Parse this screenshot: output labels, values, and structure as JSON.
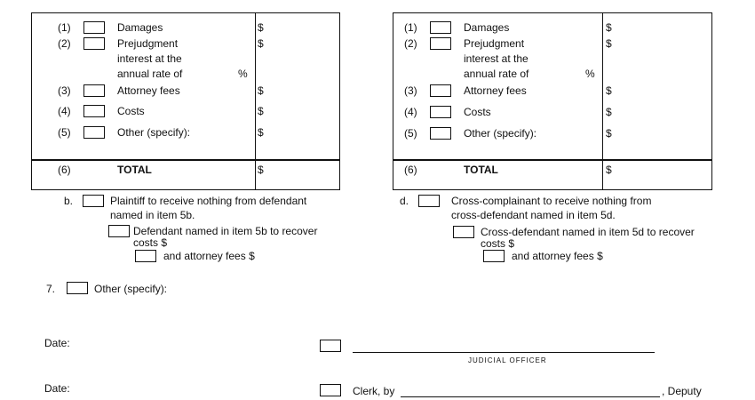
{
  "left_table": {
    "rows": [
      {
        "num": "(1)",
        "label": "Damages",
        "amount": "$"
      },
      {
        "num": "(2)",
        "label": "Prejudgment",
        "amount": "$"
      },
      {
        "num": "(3)",
        "label": "Attorney fees",
        "amount": "$"
      },
      {
        "num": "(4)",
        "label": "Costs",
        "amount": "$"
      },
      {
        "num": "(5)",
        "label": "Other (specify):",
        "amount": "$"
      }
    ],
    "interest_line1": "interest at the",
    "interest_line2": "annual rate of",
    "percent": "%",
    "total_num": "(6)",
    "total_label": "TOTAL",
    "total_amount": "$"
  },
  "right_table": {
    "rows": [
      {
        "num": "(1)",
        "label": "Damages",
        "amount": "$"
      },
      {
        "num": "(2)",
        "label": "Prejudgment",
        "amount": "$"
      },
      {
        "num": "(3)",
        "label": "Attorney fees",
        "amount": "$"
      },
      {
        "num": "(4)",
        "label": "Costs",
        "amount": "$"
      },
      {
        "num": "(5)",
        "label": "Other (specify):",
        "amount": "$"
      }
    ],
    "interest_line1": "interest at the",
    "interest_line2": "annual rate of",
    "percent": "%",
    "total_num": "(6)",
    "total_label": "TOTAL",
    "total_amount": "$"
  },
  "section_b": {
    "letter": "b.",
    "line1": "Plaintiff to receive nothing from defendant",
    "line2": "named in item 5b.",
    "sub1": "Defendant named in item 5b to recover",
    "sub2": "costs  $",
    "sub3": "and attorney fees  $"
  },
  "section_d": {
    "letter": "d.",
    "line1": "Cross-complainant to receive nothing from",
    "line2": "cross-defendant named in item 5d.",
    "sub1": "Cross-defendant named in item 5d to recover",
    "sub2": "costs  $",
    "sub3": "and attorney fees  $"
  },
  "item7": {
    "num": "7.",
    "label": "Other (specify):"
  },
  "date1": "Date:",
  "date2": "Date:",
  "judicial_officer": "JUDICIAL OFFICER",
  "clerk_by": "Clerk, by",
  "deputy": ", Deputy"
}
